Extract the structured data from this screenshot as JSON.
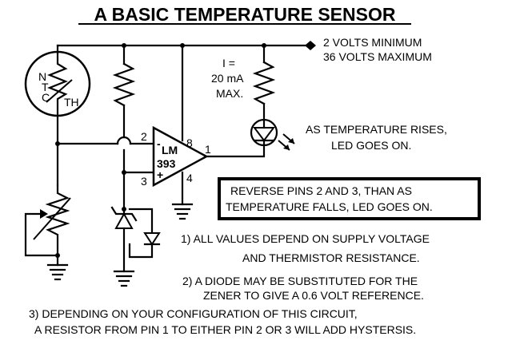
{
  "title": "A BASIC TEMPERATURE SENSOR",
  "supply": {
    "min": "2 VOLTS MINIMUM",
    "max": "36 VOLTS MAXIMUM"
  },
  "led_resistor_note": {
    "line1": "I =",
    "line2": "20 mA",
    "line3": "MAX."
  },
  "thermistor": {
    "n": "N",
    "t": "T",
    "c": "C",
    "th": "TH"
  },
  "comparator": {
    "name": "LM",
    "part": "393",
    "minus": "-",
    "plus": "+",
    "pin1": "1",
    "pin2": "2",
    "pin3": "3",
    "pin4": "4",
    "pin8": "8"
  },
  "led_note": {
    "line1": "AS TEMPERATURE RISES,",
    "line2": "LED GOES ON."
  },
  "boxed_note": {
    "line1": "REVERSE PINS 2 AND 3, THAN  AS",
    "line2": "TEMPERATURE FALLS, LED GOES ON."
  },
  "notes": {
    "n1_line1": "1)  ALL VALUES DEPEND ON SUPPLY VOLTAGE",
    "n1_line2": "AND THERMISTOR RESISTANCE.",
    "n2_line1": "2)  A DIODE MAY BE SUBSTITUTED FOR THE",
    "n2_line2": "ZENER TO GIVE A 0.6 VOLT REFERENCE.",
    "n3_line1": "3)   DEPENDING ON YOUR CONFIGURATION OF THIS CIRCUIT,",
    "n3_line2": "A RESISTOR FROM PIN 1 TO EITHER PIN 2 OR 3 WILL ADD HYSTERSIS."
  }
}
